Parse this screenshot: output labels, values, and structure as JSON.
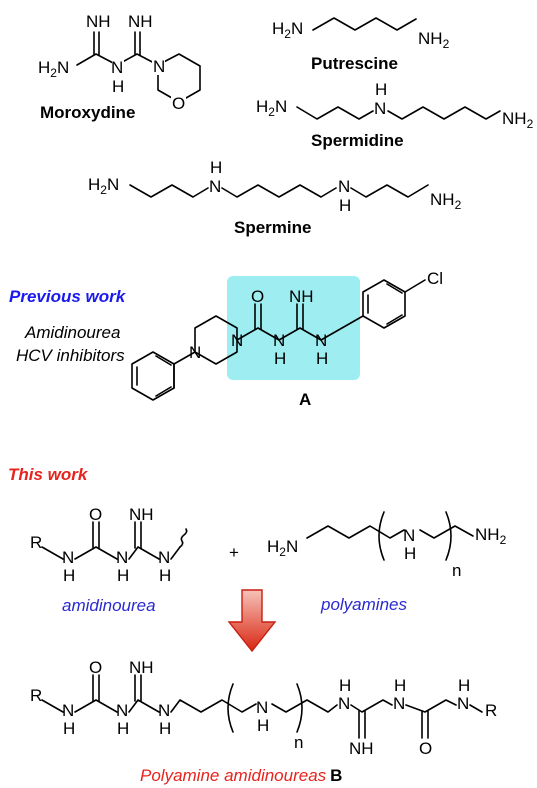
{
  "labels": {
    "moroxydine": "Moroxydine",
    "putrescine": "Putrescine",
    "spermidine": "Spermidine",
    "spermine": "Spermine",
    "compound_a": "A",
    "compound_b": "B",
    "previous_work": "Previous work",
    "previous_desc_line1": "Amidinourea",
    "previous_desc_line2": "HCV inhibitors",
    "this_work": "This work",
    "amidinourea": "amidinourea",
    "polyamines": "polyamines",
    "polyamine_amidinoureas": "Polyamine amidinoureas",
    "plus": "+"
  },
  "colors": {
    "previous_work": "#1a1aee",
    "this_work": "#e8231d",
    "blue_label": "#2a2ad0",
    "red_label": "#e8231d",
    "highlight": "#7ee8ec",
    "arrow_light": "#f6c2b8",
    "arrow_dark": "#d92612"
  },
  "atoms": {
    "NH": "NH",
    "N": "N",
    "H": "H",
    "O": "O",
    "R": "R",
    "Cl": "Cl",
    "H2N_main": "H",
    "H2N_sub": "2",
    "H2N_tail": "N",
    "NH2_main": "NH",
    "NH2_sub": "2",
    "n": "n"
  }
}
